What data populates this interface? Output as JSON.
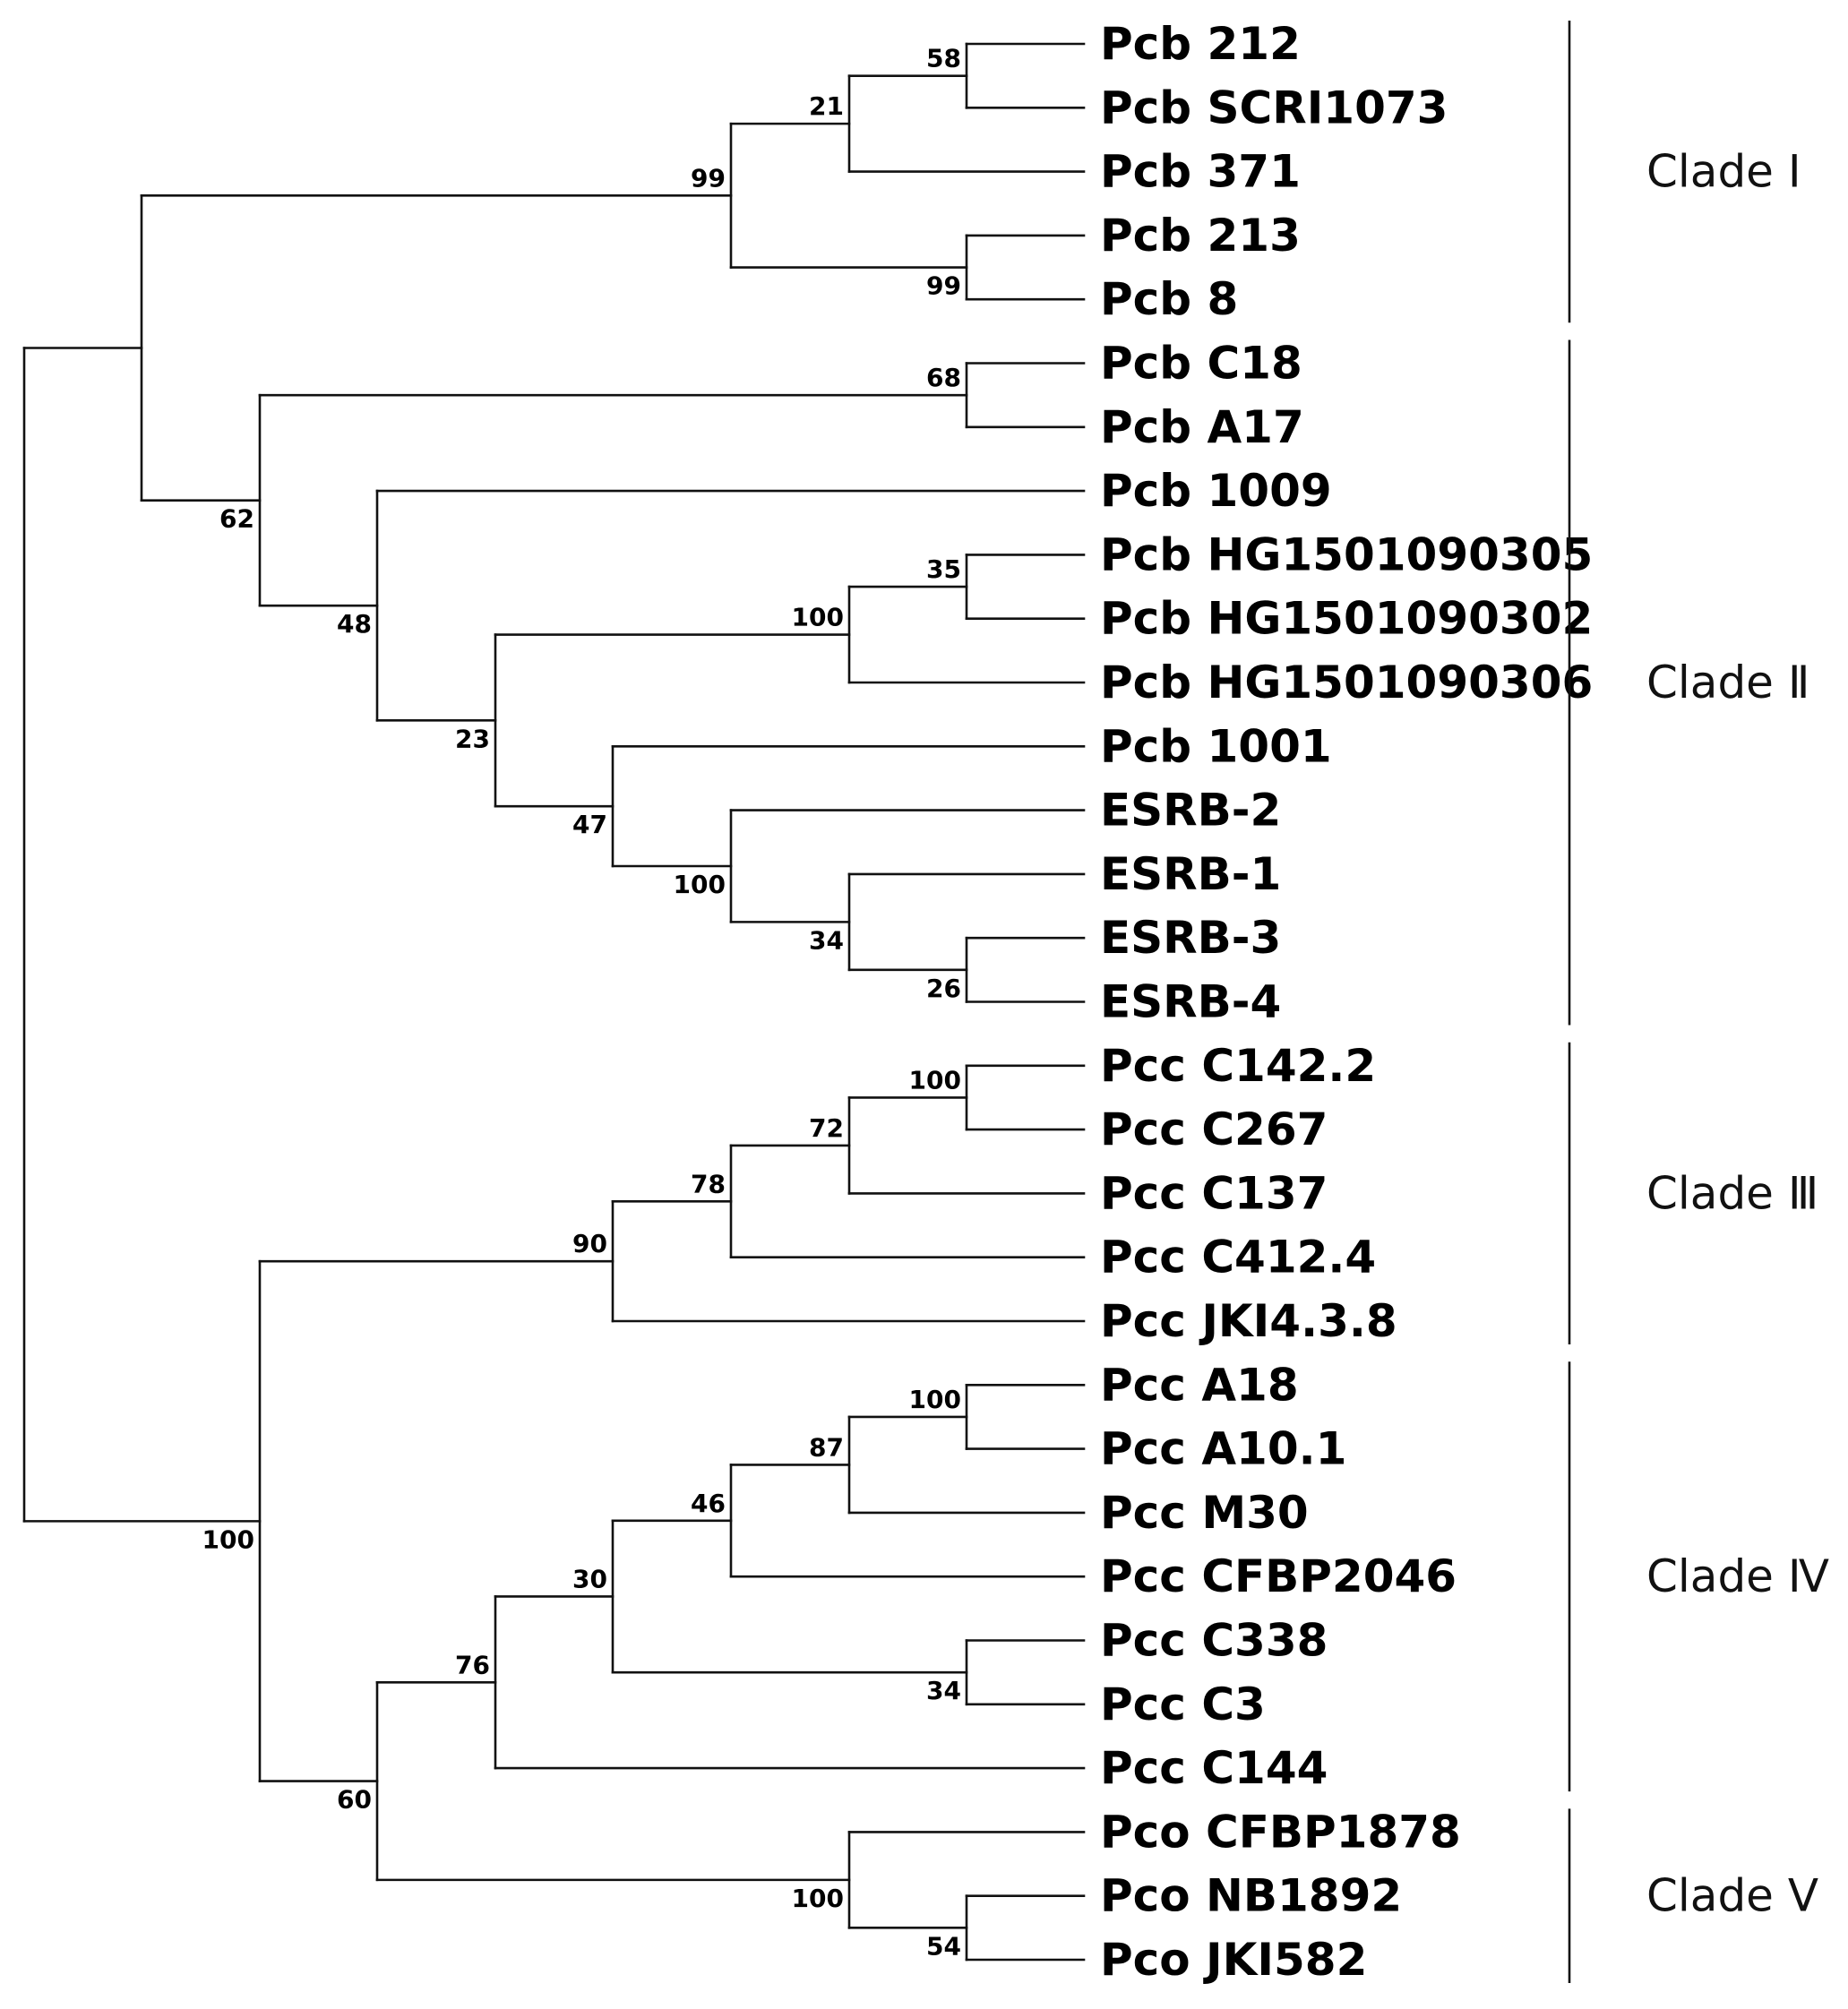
{
  "leaves": [
    {
      "id": "L1",
      "label": "Pcb 212"
    },
    {
      "id": "L2",
      "label": "Pcb SCRI1073"
    },
    {
      "id": "L3",
      "label": "Pcb 371"
    },
    {
      "id": "L4",
      "label": "Pcb 213"
    },
    {
      "id": "L5",
      "label": "Pcb 8"
    },
    {
      "id": "L6",
      "label": "Pcb C18"
    },
    {
      "id": "L7",
      "label": "Pcb A17"
    },
    {
      "id": "L8",
      "label": "Pcb 1009"
    },
    {
      "id": "L9",
      "label": "Pcb HG1501090305"
    },
    {
      "id": "L10",
      "label": "Pcb HG1501090302"
    },
    {
      "id": "L11",
      "label": "Pcb HG1501090306"
    },
    {
      "id": "L12",
      "label": "Pcb 1001"
    },
    {
      "id": "L13",
      "label": "ESRB-2"
    },
    {
      "id": "L14",
      "label": "ESRB-1"
    },
    {
      "id": "L15",
      "label": "ESRB-3"
    },
    {
      "id": "L16",
      "label": "ESRB-4"
    },
    {
      "id": "L17",
      "label": "Pcc C142.2"
    },
    {
      "id": "L18",
      "label": "Pcc C267"
    },
    {
      "id": "L19",
      "label": "Pcc C137"
    },
    {
      "id": "L20",
      "label": "Pcc C412.4"
    },
    {
      "id": "L21",
      "label": "Pcc JKI4.3.8"
    },
    {
      "id": "L22",
      "label": "Pcc A18"
    },
    {
      "id": "L23",
      "label": "Pcc A10.1"
    },
    {
      "id": "L24",
      "label": "Pcc M30"
    },
    {
      "id": "L25",
      "label": "Pcc CFBP2046"
    },
    {
      "id": "L26",
      "label": "Pcc C338"
    },
    {
      "id": "L27",
      "label": "Pcc C3"
    },
    {
      "id": "L28",
      "label": "Pcc C144"
    },
    {
      "id": "L29",
      "label": "Pco CFBP1878"
    },
    {
      "id": "L30",
      "label": "Pco NB1892"
    },
    {
      "id": "L31",
      "label": "Pco JKI582"
    }
  ],
  "nodes": [
    {
      "id": "root",
      "children": [
        "nA",
        "nB"
      ],
      "bootstrap": ""
    },
    {
      "id": "nA",
      "children": [
        "n99a",
        "n62"
      ],
      "bootstrap": ""
    },
    {
      "id": "n99a",
      "children": [
        "n21",
        "n99b"
      ],
      "bootstrap": "99"
    },
    {
      "id": "n21",
      "children": [
        "n58",
        "L3"
      ],
      "bootstrap": "21"
    },
    {
      "id": "n58",
      "children": [
        "L1",
        "L2"
      ],
      "bootstrap": "58"
    },
    {
      "id": "n99b",
      "children": [
        "L4",
        "L5"
      ],
      "bootstrap": "99"
    },
    {
      "id": "n62",
      "children": [
        "n68",
        "n48"
      ],
      "bootstrap": "62"
    },
    {
      "id": "n68",
      "children": [
        "L6",
        "L7"
      ],
      "bootstrap": "68"
    },
    {
      "id": "n48",
      "children": [
        "L8",
        "n23"
      ],
      "bootstrap": "48"
    },
    {
      "id": "n23",
      "children": [
        "n100a",
        "n47"
      ],
      "bootstrap": "23"
    },
    {
      "id": "n100a",
      "children": [
        "n35",
        "L11"
      ],
      "bootstrap": "100"
    },
    {
      "id": "n35",
      "children": [
        "L9",
        "L10"
      ],
      "bootstrap": "35"
    },
    {
      "id": "n47",
      "children": [
        "L12",
        "n100b"
      ],
      "bootstrap": "47"
    },
    {
      "id": "n100b",
      "children": [
        "L13",
        "n34a"
      ],
      "bootstrap": "100"
    },
    {
      "id": "n34a",
      "children": [
        "L14",
        "n26"
      ],
      "bootstrap": "34"
    },
    {
      "id": "n26",
      "children": [
        "L15",
        "L16"
      ],
      "bootstrap": "26"
    },
    {
      "id": "nB",
      "children": [
        "n90",
        "n60"
      ],
      "bootstrap": "100"
    },
    {
      "id": "n90",
      "children": [
        "n78",
        "L21"
      ],
      "bootstrap": "90"
    },
    {
      "id": "n78",
      "children": [
        "n72",
        "L20"
      ],
      "bootstrap": "78"
    },
    {
      "id": "n72",
      "children": [
        "n100c",
        "L19"
      ],
      "bootstrap": "72"
    },
    {
      "id": "n100c",
      "children": [
        "L17",
        "L18"
      ],
      "bootstrap": "100"
    },
    {
      "id": "n60",
      "children": [
        "n76",
        "n100e"
      ],
      "bootstrap": "60"
    },
    {
      "id": "n76",
      "children": [
        "n30",
        "L28"
      ],
      "bootstrap": "76"
    },
    {
      "id": "n30",
      "children": [
        "n46",
        "n34b"
      ],
      "bootstrap": "30"
    },
    {
      "id": "n46",
      "children": [
        "n87",
        "L25"
      ],
      "bootstrap": "46"
    },
    {
      "id": "n87",
      "children": [
        "n100d",
        "L24"
      ],
      "bootstrap": "87"
    },
    {
      "id": "n100d",
      "children": [
        "L22",
        "L23"
      ],
      "bootstrap": "100"
    },
    {
      "id": "n34b",
      "children": [
        "L26",
        "L27"
      ],
      "bootstrap": "34"
    },
    {
      "id": "n100e",
      "children": [
        "L29",
        "n54"
      ],
      "bootstrap": "100"
    },
    {
      "id": "n54",
      "children": [
        "L30",
        "L31"
      ],
      "bootstrap": "54"
    }
  ],
  "clades": [
    {
      "label": "Clade Ⅰ",
      "from": "L1",
      "to": "L5"
    },
    {
      "label": "Clade Ⅱ",
      "from": "L6",
      "to": "L16"
    },
    {
      "label": "Clade Ⅲ",
      "from": "L17",
      "to": "L21"
    },
    {
      "label": "Clade Ⅳ",
      "from": "L22",
      "to": "L28"
    },
    {
      "label": "Clade Ⅴ",
      "from": "L29",
      "to": "L31"
    }
  ]
}
